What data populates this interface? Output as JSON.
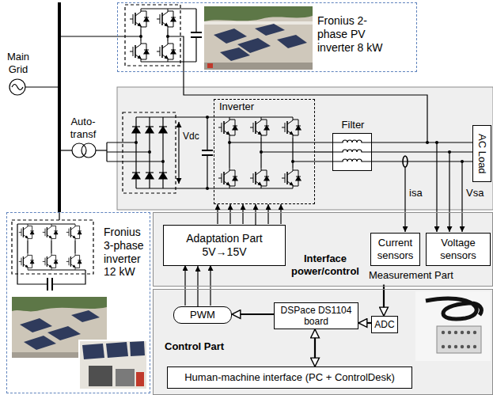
{
  "diagram": {
    "nodes": [
      {
        "text": [
          "Fronius 2-phase PV inverter 8 kW"
        ]
      },
      {
        "text": [
          "Inverter"
        ]
      },
      {
        "text": [
          "Filter"
        ]
      },
      {
        "text": [
          "AC Load"
        ]
      },
      {
        "text": [
          "Fronius 3-phase inverter 12 kW"
        ]
      },
      {
        "text": [
          "Interface power/control"
        ]
      },
      {
        "text": [
          "Adaptation Part",
          "5V→15V"
        ],
        "in": 5
      },
      {
        "text": [
          "Measurement Part"
        ],
        "in": 5
      },
      {
        "text": [
          "Current sensors"
        ],
        "in": 7
      },
      {
        "text": [
          "Voltage sensors"
        ],
        "in": 7
      },
      {
        "text": [
          "Control Part"
        ]
      },
      {
        "text": [
          "PWM"
        ],
        "in": 10
      },
      {
        "text": [
          "DSPace DS1104 board"
        ],
        "in": 10
      },
      {
        "text": [
          "ADC"
        ],
        "in": 10
      },
      {
        "text": [
          "Human-machine interface (PC + ControlDesk)"
        ],
        "in": 10
      }
    ],
    "edges": [
      {
        "from": 11,
        "to": 6,
        "arrow": "to"
      },
      {
        "from": 6,
        "to": 1,
        "arrow": "to"
      },
      {
        "from": 12,
        "to": 11,
        "arrow": "to"
      },
      {
        "from": 13,
        "to": 12,
        "arrow": "to"
      },
      {
        "from": 7,
        "to": 13,
        "arrow": "to"
      },
      {
        "from": 12,
        "to": 14,
        "arrow": "both"
      },
      {
        "from": 1,
        "to": 2,
        "arrow": "none"
      },
      {
        "from": 2,
        "to": 3,
        "arrow": "none"
      }
    ],
    "labels": [
      "Main Grid",
      "Auto-transf",
      "Vdc",
      "isa",
      "Vsa"
    ]
  }
}
